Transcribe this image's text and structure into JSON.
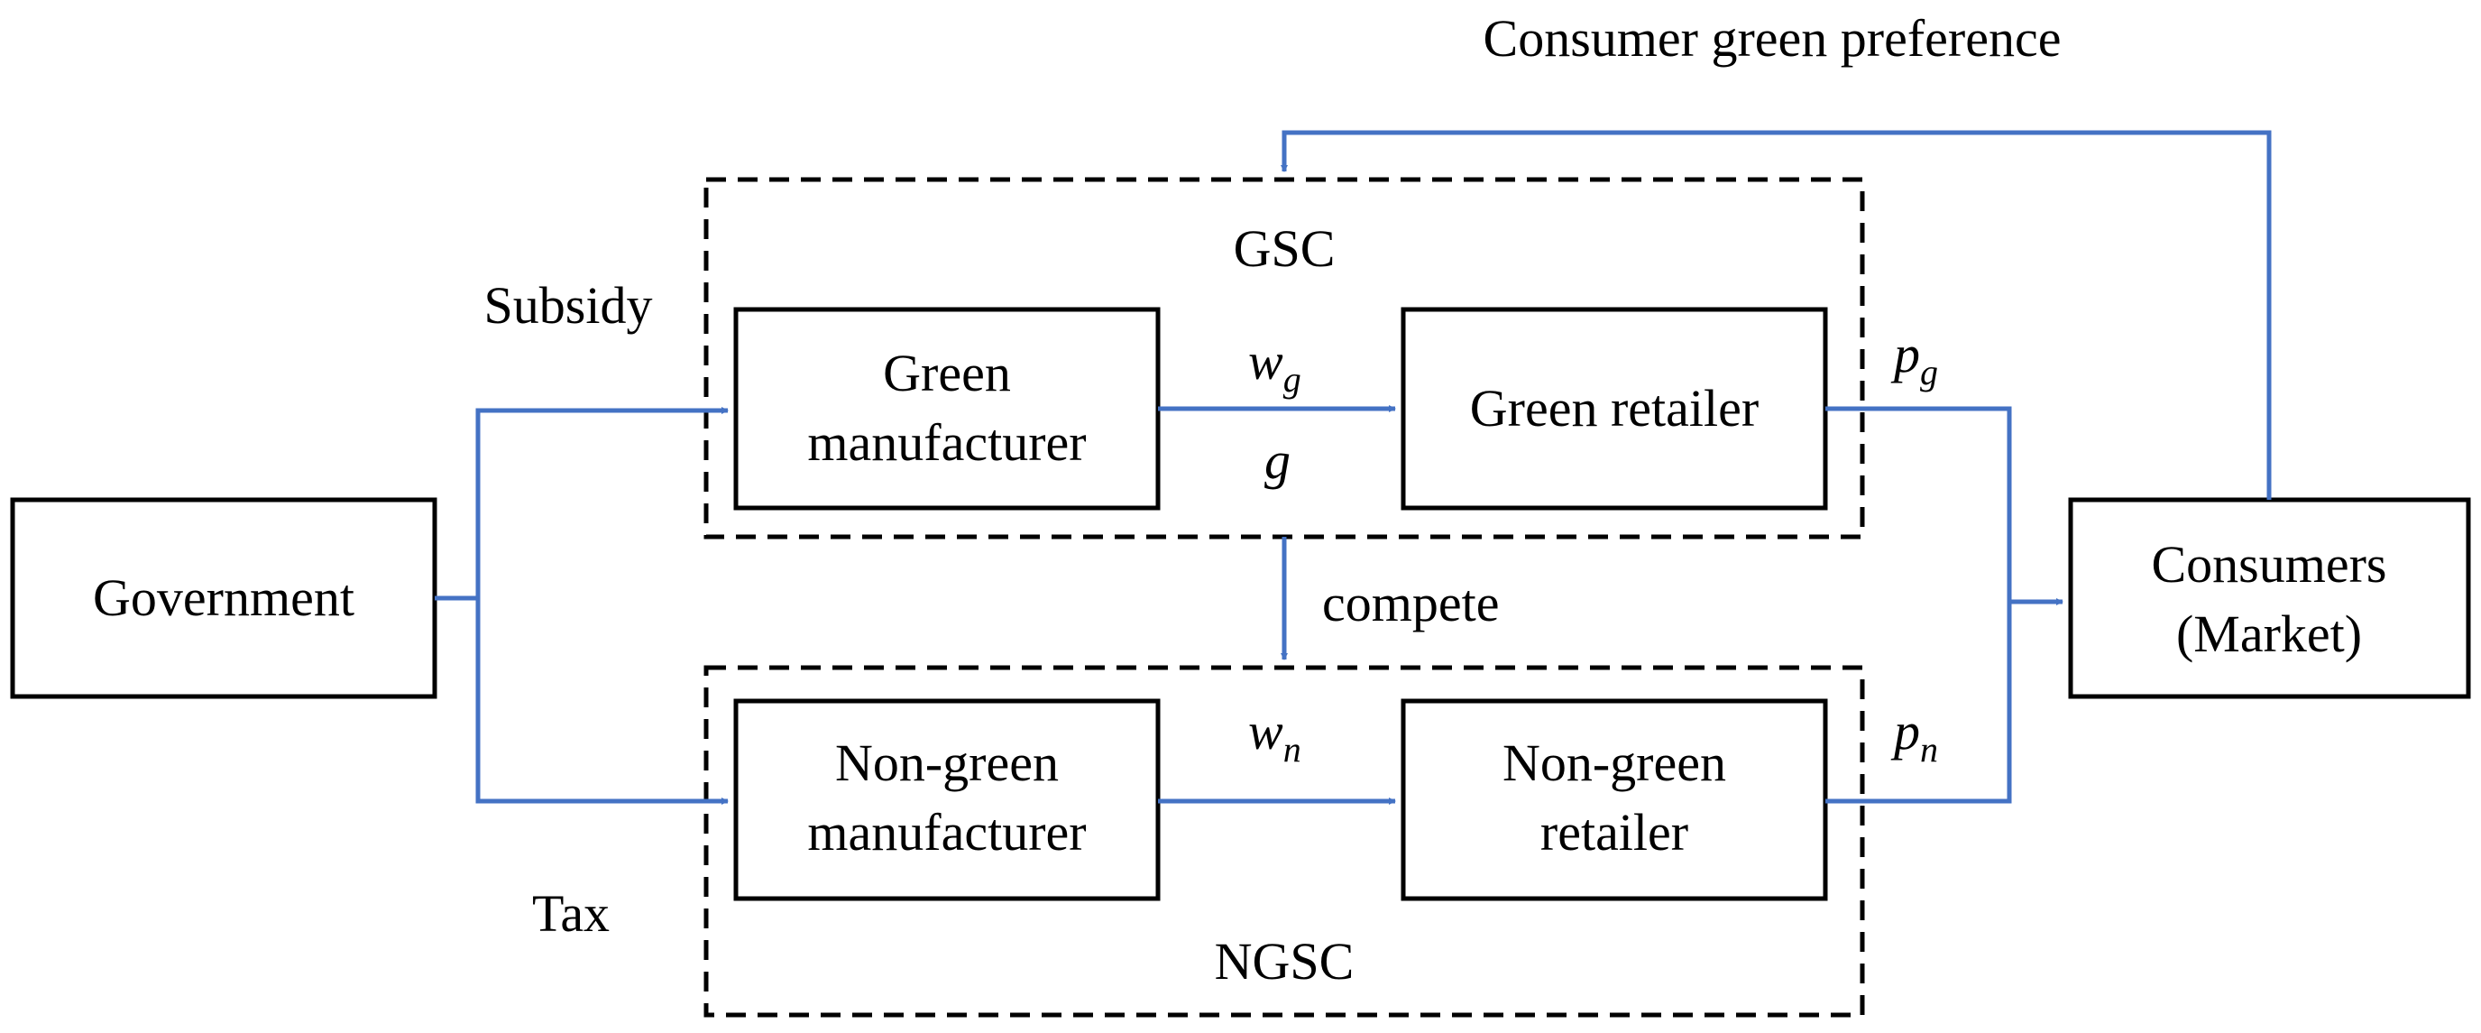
{
  "diagram": {
    "title": "Consumer green preference",
    "nodes": {
      "government": "Government",
      "green_manufacturer": [
        "Green",
        "manufacturer"
      ],
      "green_retailer": "Green retailer",
      "nongreen_manufacturer": [
        "Non-green",
        "manufacturer"
      ],
      "nongreen_retailer": [
        "Non-green",
        "retailer"
      ],
      "consumers": [
        "Consumers",
        "(Market)"
      ]
    },
    "groups": {
      "gsc": "GSC",
      "ngsc": "NGSC"
    },
    "edge_labels": {
      "subsidy": "Subsidy",
      "tax": "Tax",
      "compete": "compete",
      "w": "w",
      "g_sub": "g",
      "n_sub": "n",
      "g": "g",
      "p": "p"
    },
    "colors": {
      "arrow": "#4472c4",
      "box_border": "#000000",
      "background": "#ffffff"
    }
  }
}
